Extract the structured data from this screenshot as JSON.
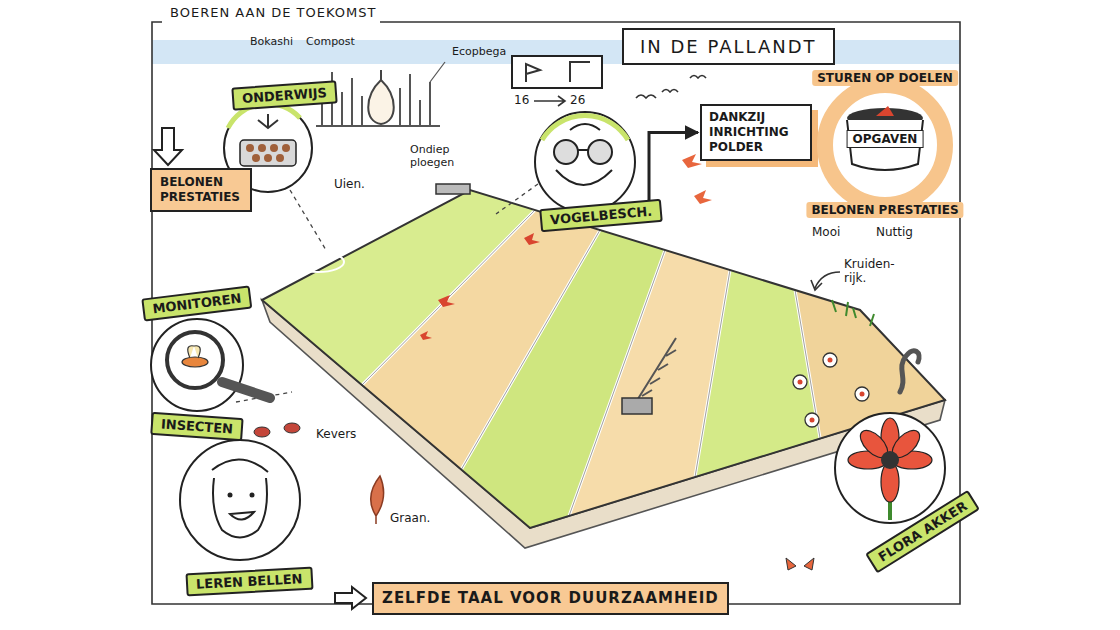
{
  "diagram": {
    "title": "BOEREN AAN DE TOEKOMST",
    "nodes": [
      {
        "text": [
          "IN DE PALLANDT"
        ]
      },
      {
        "text": [
          "ONDERWIJS"
        ]
      },
      {
        "text": [
          "DANKZIJ INRICHTING POLDER"
        ]
      },
      {
        "text": [
          "STUREN OP DOELEN",
          "OPGAVEN",
          "BELONEN PRESTATIES"
        ]
      },
      {
        "text": [
          "BELONEN PRESTATIES"
        ]
      },
      {
        "text": [
          "VOGELBESCH."
        ]
      },
      {
        "text": [
          "MONITOREN",
          "INSECTEN"
        ]
      },
      {
        "text": [
          "LEREN BELLEN"
        ]
      },
      {
        "text": [
          "FLORA AKKER"
        ]
      },
      {
        "text": [
          "ZELFDE TAAL VOOR DUURZAAMHEID"
        ]
      }
    ],
    "edges": [
      {
        "from": 5,
        "to": 2,
        "arrow": "to"
      }
    ],
    "labels": [
      "Bokashi",
      "Compost",
      "Ecopbega",
      "16",
      "26",
      "Ondiep ploegen",
      "Uien.",
      "Mooi",
      "Nuttig",
      "Kruiden-rijk.",
      "Kevers",
      "Graan."
    ]
  }
}
